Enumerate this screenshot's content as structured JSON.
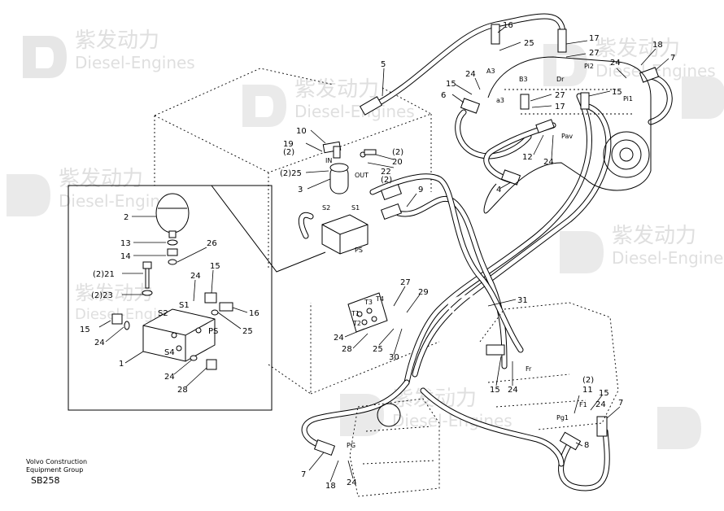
{
  "watermark": {
    "brand_cn": "紫发动力",
    "brand_en": "Diesel-Engines"
  },
  "footer": {
    "company_line1": "Volvo Construction",
    "company_line2": "Equipment Group",
    "drawing_code": "SB258"
  },
  "component_labels": {
    "S2_small": "S2",
    "S1_small": "S1",
    "PS_small": "PS",
    "IN": "IN",
    "OUT": "OUT",
    "S2": "S2",
    "S1": "S1",
    "PS": "PS",
    "S4": "S4",
    "T1": "T1",
    "T2": "T2",
    "T3": "T3",
    "T4": "T4",
    "A3": "A3",
    "B3": "B3",
    "a3": "a3",
    "Dr": "Dr",
    "Pi2": "Pi2",
    "Pi1": "Pi1",
    "Pav": "Pav",
    "Fr": "Fr",
    "Pg1": "Pg1",
    "F1": "F1",
    "PG": "PG"
  },
  "callouts": [
    {
      "id": "c16a",
      "text": "16"
    },
    {
      "id": "c25a",
      "text": "25"
    },
    {
      "id": "c17a",
      "text": "17"
    },
    {
      "id": "c27a",
      "text": "27"
    },
    {
      "id": "c18a",
      "text": "18"
    },
    {
      "id": "c7a",
      "text": "7"
    },
    {
      "id": "c5",
      "text": "5"
    },
    {
      "id": "c24a",
      "text": "24"
    },
    {
      "id": "c24b",
      "text": "24"
    },
    {
      "id": "c15a",
      "text": "15"
    },
    {
      "id": "c6",
      "text": "6"
    },
    {
      "id": "c27b",
      "text": "27"
    },
    {
      "id": "c17b",
      "text": "17"
    },
    {
      "id": "c15b",
      "text": "15"
    },
    {
      "id": "c10",
      "text": "10"
    },
    {
      "id": "c19",
      "text": "19"
    },
    {
      "id": "c2q19",
      "text": "(2)"
    },
    {
      "id": "c2q20",
      "text": "(2)"
    },
    {
      "id": "c20",
      "text": "20"
    },
    {
      "id": "c22",
      "text": "22"
    },
    {
      "id": "c2q22",
      "text": "(2)"
    },
    {
      "id": "c25b",
      "text": "(2)25"
    },
    {
      "id": "c12",
      "text": "12"
    },
    {
      "id": "c24c",
      "text": "24"
    },
    {
      "id": "c3",
      "text": "3"
    },
    {
      "id": "c9",
      "text": "9"
    },
    {
      "id": "c4",
      "text": "4"
    },
    {
      "id": "c2",
      "text": "2"
    },
    {
      "id": "c13",
      "text": "13"
    },
    {
      "id": "c14",
      "text": "14"
    },
    {
      "id": "c26",
      "text": "26"
    },
    {
      "id": "c21",
      "text": "(2)21"
    },
    {
      "id": "c15c",
      "text": "15"
    },
    {
      "id": "c24d",
      "text": "24"
    },
    {
      "id": "c23",
      "text": "(2)23"
    },
    {
      "id": "c16b",
      "text": "16"
    },
    {
      "id": "c15d",
      "text": "15"
    },
    {
      "id": "c25c",
      "text": "25"
    },
    {
      "id": "c24e",
      "text": "24"
    },
    {
      "id": "c1",
      "text": "1"
    },
    {
      "id": "c24f",
      "text": "24"
    },
    {
      "id": "c28a",
      "text": "28"
    },
    {
      "id": "c27c",
      "text": "27"
    },
    {
      "id": "c29",
      "text": "29"
    },
    {
      "id": "c24g",
      "text": "24"
    },
    {
      "id": "c28b",
      "text": "28"
    },
    {
      "id": "c25d",
      "text": "25"
    },
    {
      "id": "c30",
      "text": "30"
    },
    {
      "id": "c31",
      "text": "31"
    },
    {
      "id": "c15e",
      "text": "15"
    },
    {
      "id": "c24h",
      "text": "24"
    },
    {
      "id": "c2q11",
      "text": "(2)"
    },
    {
      "id": "c11",
      "text": "11"
    },
    {
      "id": "c15f",
      "text": "15"
    },
    {
      "id": "c24i",
      "text": "24"
    },
    {
      "id": "c7b",
      "text": "7"
    },
    {
      "id": "c8",
      "text": "8"
    },
    {
      "id": "c7c",
      "text": "7"
    },
    {
      "id": "c18b",
      "text": "18"
    },
    {
      "id": "c24j",
      "text": "24"
    }
  ]
}
